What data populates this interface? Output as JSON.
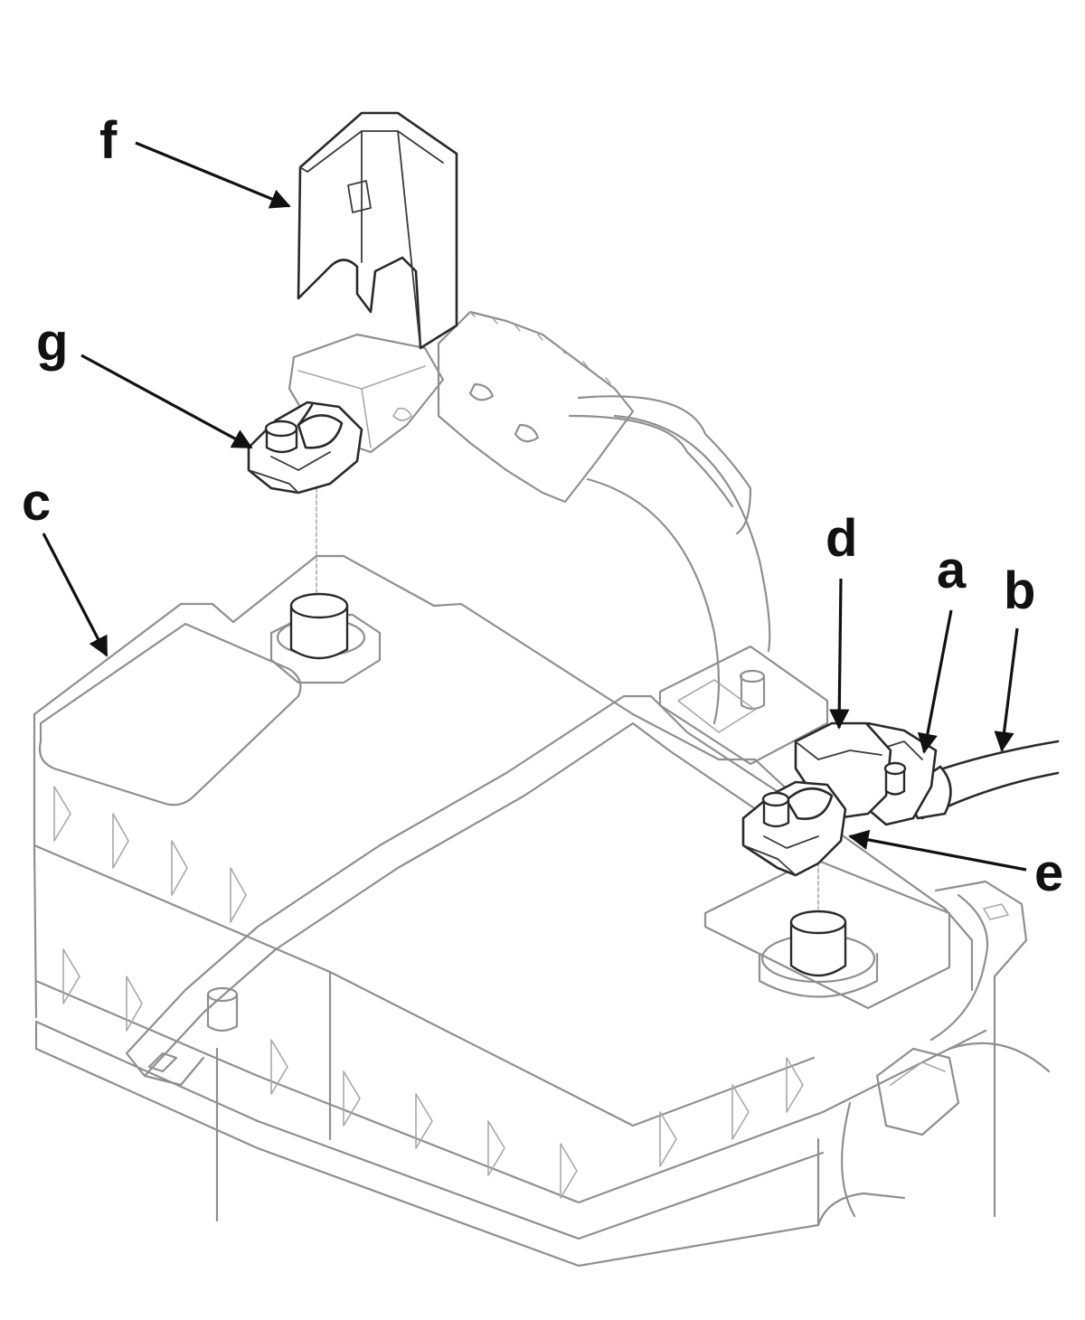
{
  "callouts": {
    "a": "a",
    "b": "b",
    "c": "c",
    "d": "d",
    "e": "e",
    "f": "f",
    "g": "g"
  },
  "colors": {
    "line_art": "#8f8f8f",
    "highlight": "#2a2a2a",
    "label": "#111111",
    "background": "#ffffff"
  }
}
